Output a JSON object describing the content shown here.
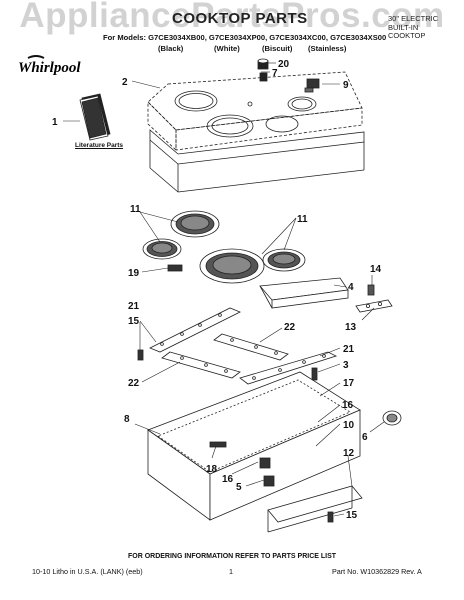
{
  "watermark": "AppliancePartsPros.com",
  "header": {
    "section_title": "COOKTOP PARTS",
    "doc_type_lines": [
      "30\" ELECTRIC",
      "BUILT-IN",
      "COOKTOP"
    ],
    "models_line": "For Models: G7CE3034XB00, G7CE3034XP00, G7CE3034XC00, G7CE3034XS00",
    "colors": [
      "(Black)",
      "(White)",
      "(Biscuit)",
      "(Stainless)"
    ],
    "brand": "Whirlpool"
  },
  "literature_label": "Literature Parts",
  "callouts": [
    "1",
    "2",
    "7",
    "20",
    "9",
    "11",
    "11",
    "19",
    "14",
    "4",
    "21",
    "15",
    "22",
    "13",
    "3",
    "21",
    "22",
    "17",
    "8",
    "16",
    "10",
    "6",
    "18",
    "16",
    "5",
    "12",
    "15"
  ],
  "order_note": "FOR ORDERING INFORMATION REFER TO PARTS PRICE LIST",
  "footer": {
    "left": "10-10 Litho in U.S.A. (LANK) (eeb)",
    "center": "1",
    "right": "Part No. W10362829 Rev. A"
  }
}
